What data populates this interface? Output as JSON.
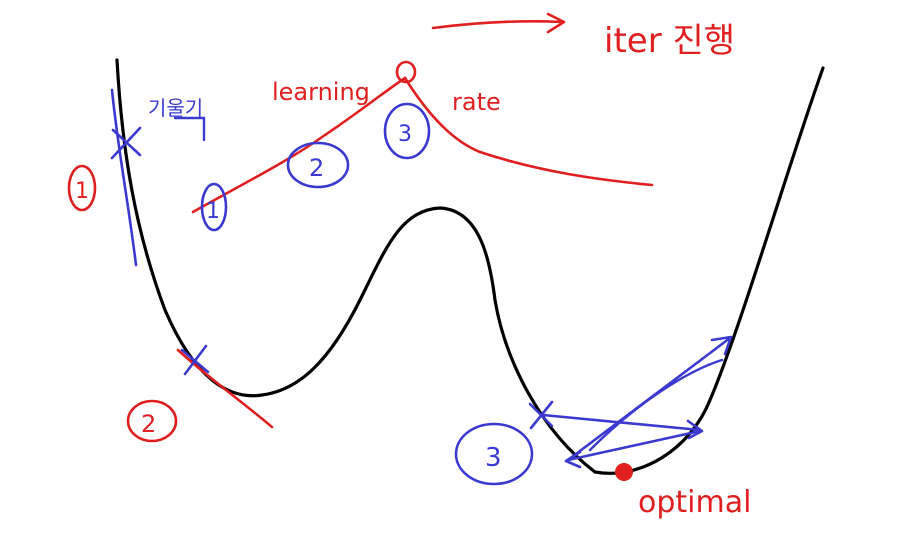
{
  "colors": {
    "curve": "#000000",
    "red_ink": "#e02020",
    "blue_ink": "#3a3ad0",
    "optimal_dot": "#e02020"
  },
  "annotations": {
    "iter_label": "iter 진행",
    "learning": "learning",
    "rate": "rate",
    "optimal": "optimal",
    "blue_note": "기울기"
  },
  "markers": {
    "red_1": "1",
    "red_2": "2",
    "blue_1": "1",
    "blue_2": "2",
    "blue_3": "3",
    "blue_3_lower": "3"
  }
}
